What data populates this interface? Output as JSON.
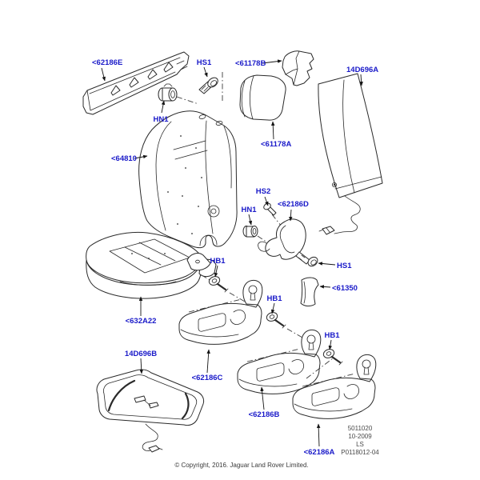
{
  "colors": {
    "background": "#ffffff",
    "line": "#2a2a2a",
    "callout": "#1a1ac9",
    "stamp_text": "#4a4a4a",
    "copyright_text": "#3a3a3a"
  },
  "callouts": [
    "<62186E",
    "HS1",
    "<61178B",
    "14D696A",
    "HN1",
    "<61178A",
    "<64810",
    "HS2",
    "<62186D",
    "HN1",
    "HB1",
    "HS1",
    "<61350",
    "<632A22",
    "HB1",
    "HB1",
    "14D696B",
    "<62186C",
    "<62186B",
    "<62186A"
  ],
  "stamp": {
    "lines": [
      "5011020",
      "10-2009",
      "LS",
      "P0118012-04"
    ]
  },
  "footer": {
    "copyright": "© Copyright, 2016. Jaguar Land Rover Limited."
  }
}
